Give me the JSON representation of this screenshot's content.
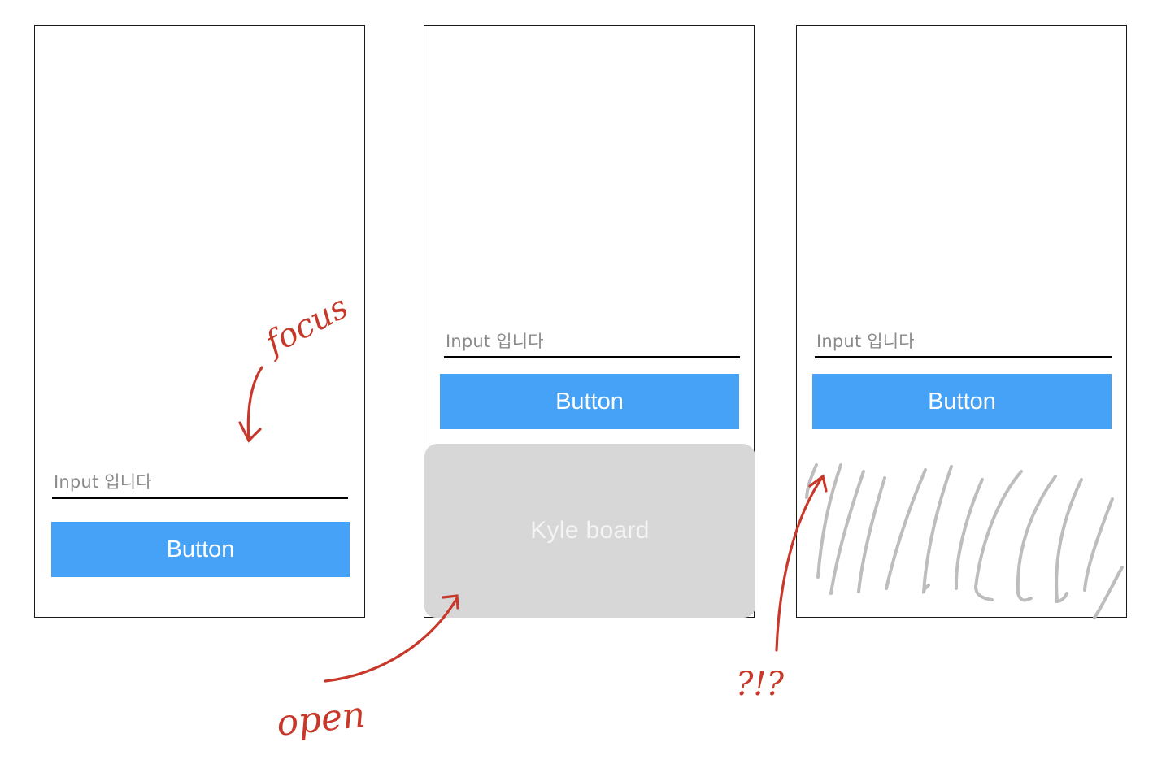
{
  "screens": [
    {
      "input_placeholder": "Input 입니다",
      "button_label": "Button"
    },
    {
      "input_placeholder": "Input 입니다",
      "button_label": "Button",
      "keyboard_label": "Kyle board"
    },
    {
      "input_placeholder": "Input 입니다",
      "button_label": "Button"
    }
  ],
  "annotations": {
    "focus": "focus",
    "open": "open",
    "question": "?!?"
  },
  "colors": {
    "button": "#45a2f7",
    "keyboard": "#d7d7d7",
    "annotation": "#c8382a",
    "scribble": "#bdbdbd"
  }
}
